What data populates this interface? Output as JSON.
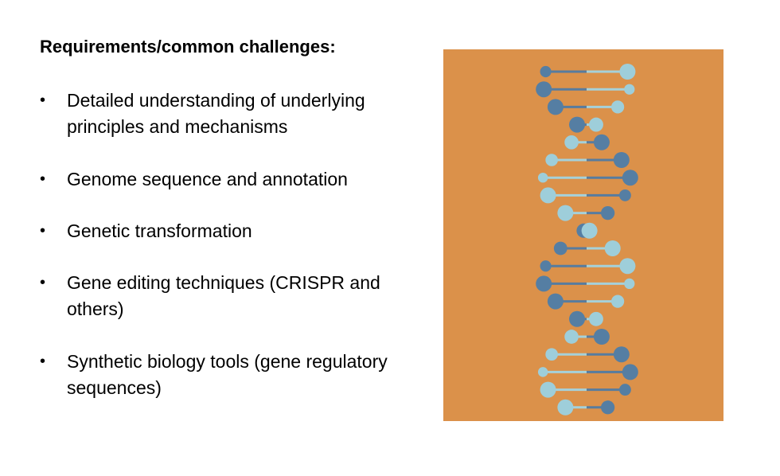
{
  "heading": "Requirements/common challenges:",
  "bullet_char": "•",
  "items": [
    "Detailed understanding of underlying principles and mechanisms",
    "Genome sequence and annotation",
    "Genetic transformation",
    "Gene editing techniques (CRISPR and others)",
    "Synthetic biology tools (gene regulatory sequences)"
  ],
  "illustration": {
    "icon": "dna-helix-icon",
    "colors": {
      "background": "#DB914A",
      "dark": "#557EA3",
      "light": "#9ECEDA",
      "dark_line": "#577C9F",
      "light_line": "#A5D1DA"
    }
  }
}
